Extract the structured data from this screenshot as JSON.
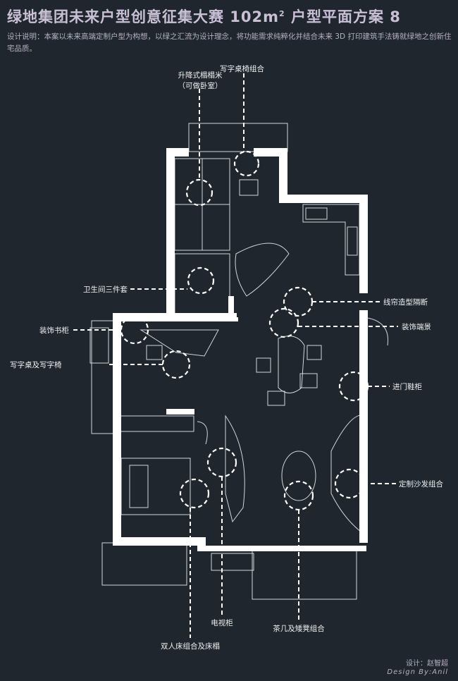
{
  "title": {
    "main": "绿地集团未来户型创意征集大赛 102m",
    "sup": "2",
    "tail": " 户型平面方案 8"
  },
  "description": "设计说明：本案以未来高端定制户型为构想，以绿之汇流为设计理念，将功能需求纯粹化并结合未来 3D 打印建筑手法铸就绿地之创新住宅品质。",
  "labels": {
    "desk_chair_combo": "写字桌椅组合",
    "tatami_line1": "升降式榻榻米",
    "tatami_line2": "（可做卧室）",
    "bathroom_set": "卫生间三件套",
    "bookcase": "装饰书柜",
    "desk_chair": "写字桌及写字椅",
    "curtain_partition": "线帘造型隔断",
    "decor_scene": "装饰端景",
    "entry_shoe": "进门鞋柜",
    "sofa_combo": "定制沙发组合",
    "tv_cabinet": "电视柜",
    "tea_table": "茶几及矮凳组合",
    "double_bed": "双人床组合及床榻"
  },
  "credit": {
    "designer": "设计：赵智超",
    "english": "Design By:Anil"
  },
  "colors": {
    "background": "#1f262d",
    "wall": "#ffffff",
    "title": "#c9c0d6"
  }
}
